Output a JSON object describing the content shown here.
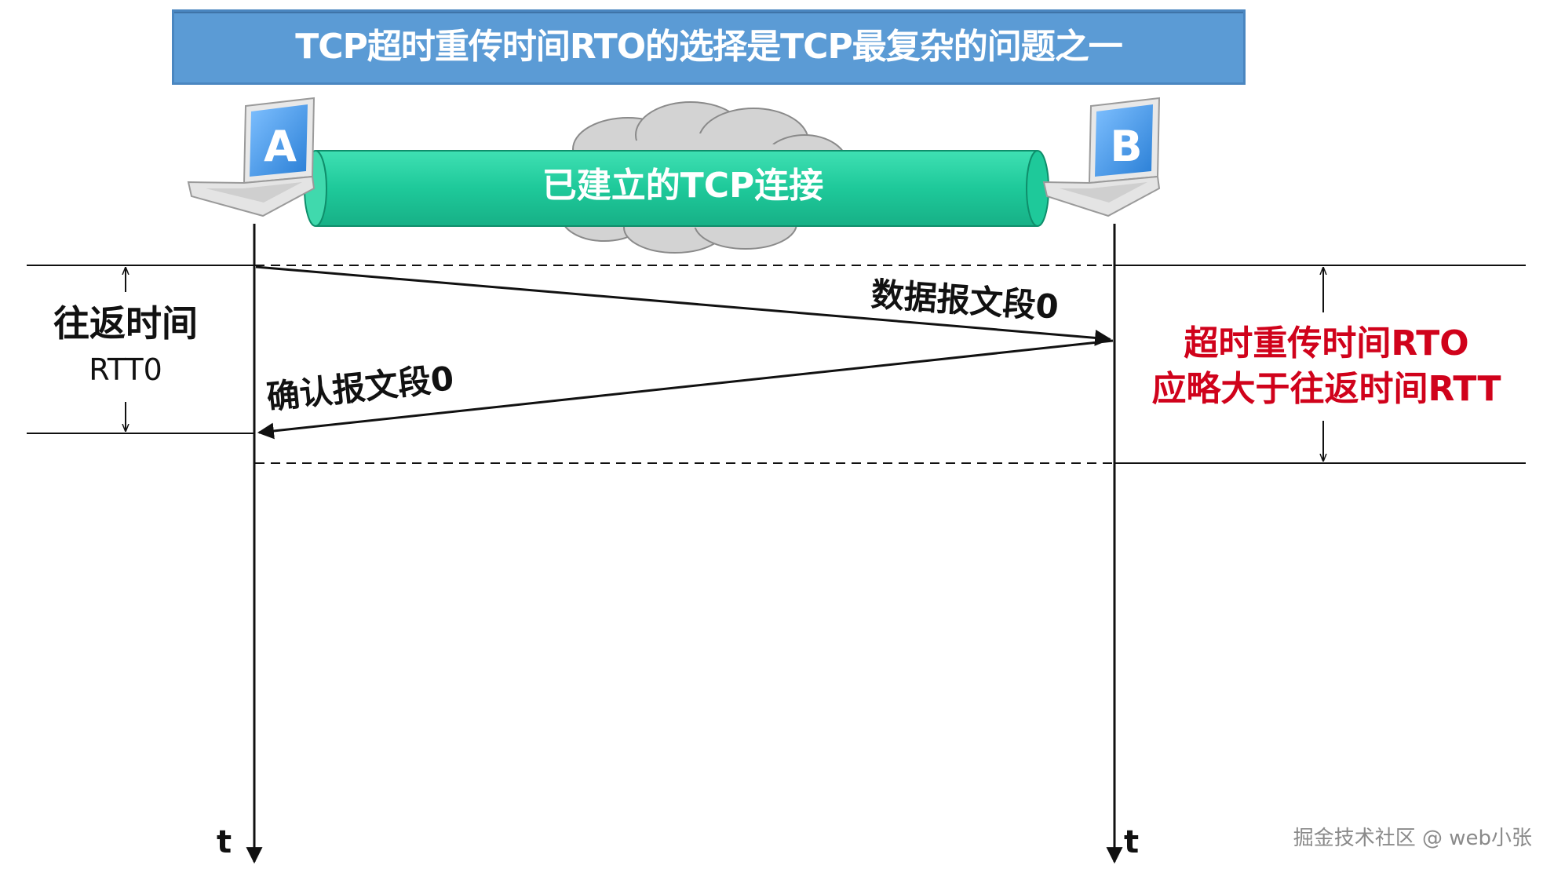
{
  "title": "TCP超时重传时间RTO的选择是TCP最复杂的问题之一",
  "connection_label": "已建立的TCP连接",
  "nodes": {
    "a_label": "A",
    "b_label": "B"
  },
  "segments": {
    "data_label": "数据报文段0",
    "ack_label": "确认报文段0"
  },
  "rtt": {
    "line1": "往返时间",
    "line2": "RTT0"
  },
  "rto": {
    "line1": "超时重传时间RTO",
    "line2": "应略大于往返时间RTT"
  },
  "timeline": {
    "left_axis_label": "t",
    "right_axis_label": "t"
  },
  "watermark": "掘金技术社区 @ web小张",
  "colors": {
    "title_bar": "#5b9bd5",
    "tube": "#1ec99a",
    "cloud": "#c8c8c8",
    "highlight_text": "#d0021b",
    "laptop_screen": "#3d8fe0"
  },
  "icons": {
    "node_a": "laptop-icon",
    "node_b": "laptop-icon",
    "network": "cloud-icon"
  }
}
